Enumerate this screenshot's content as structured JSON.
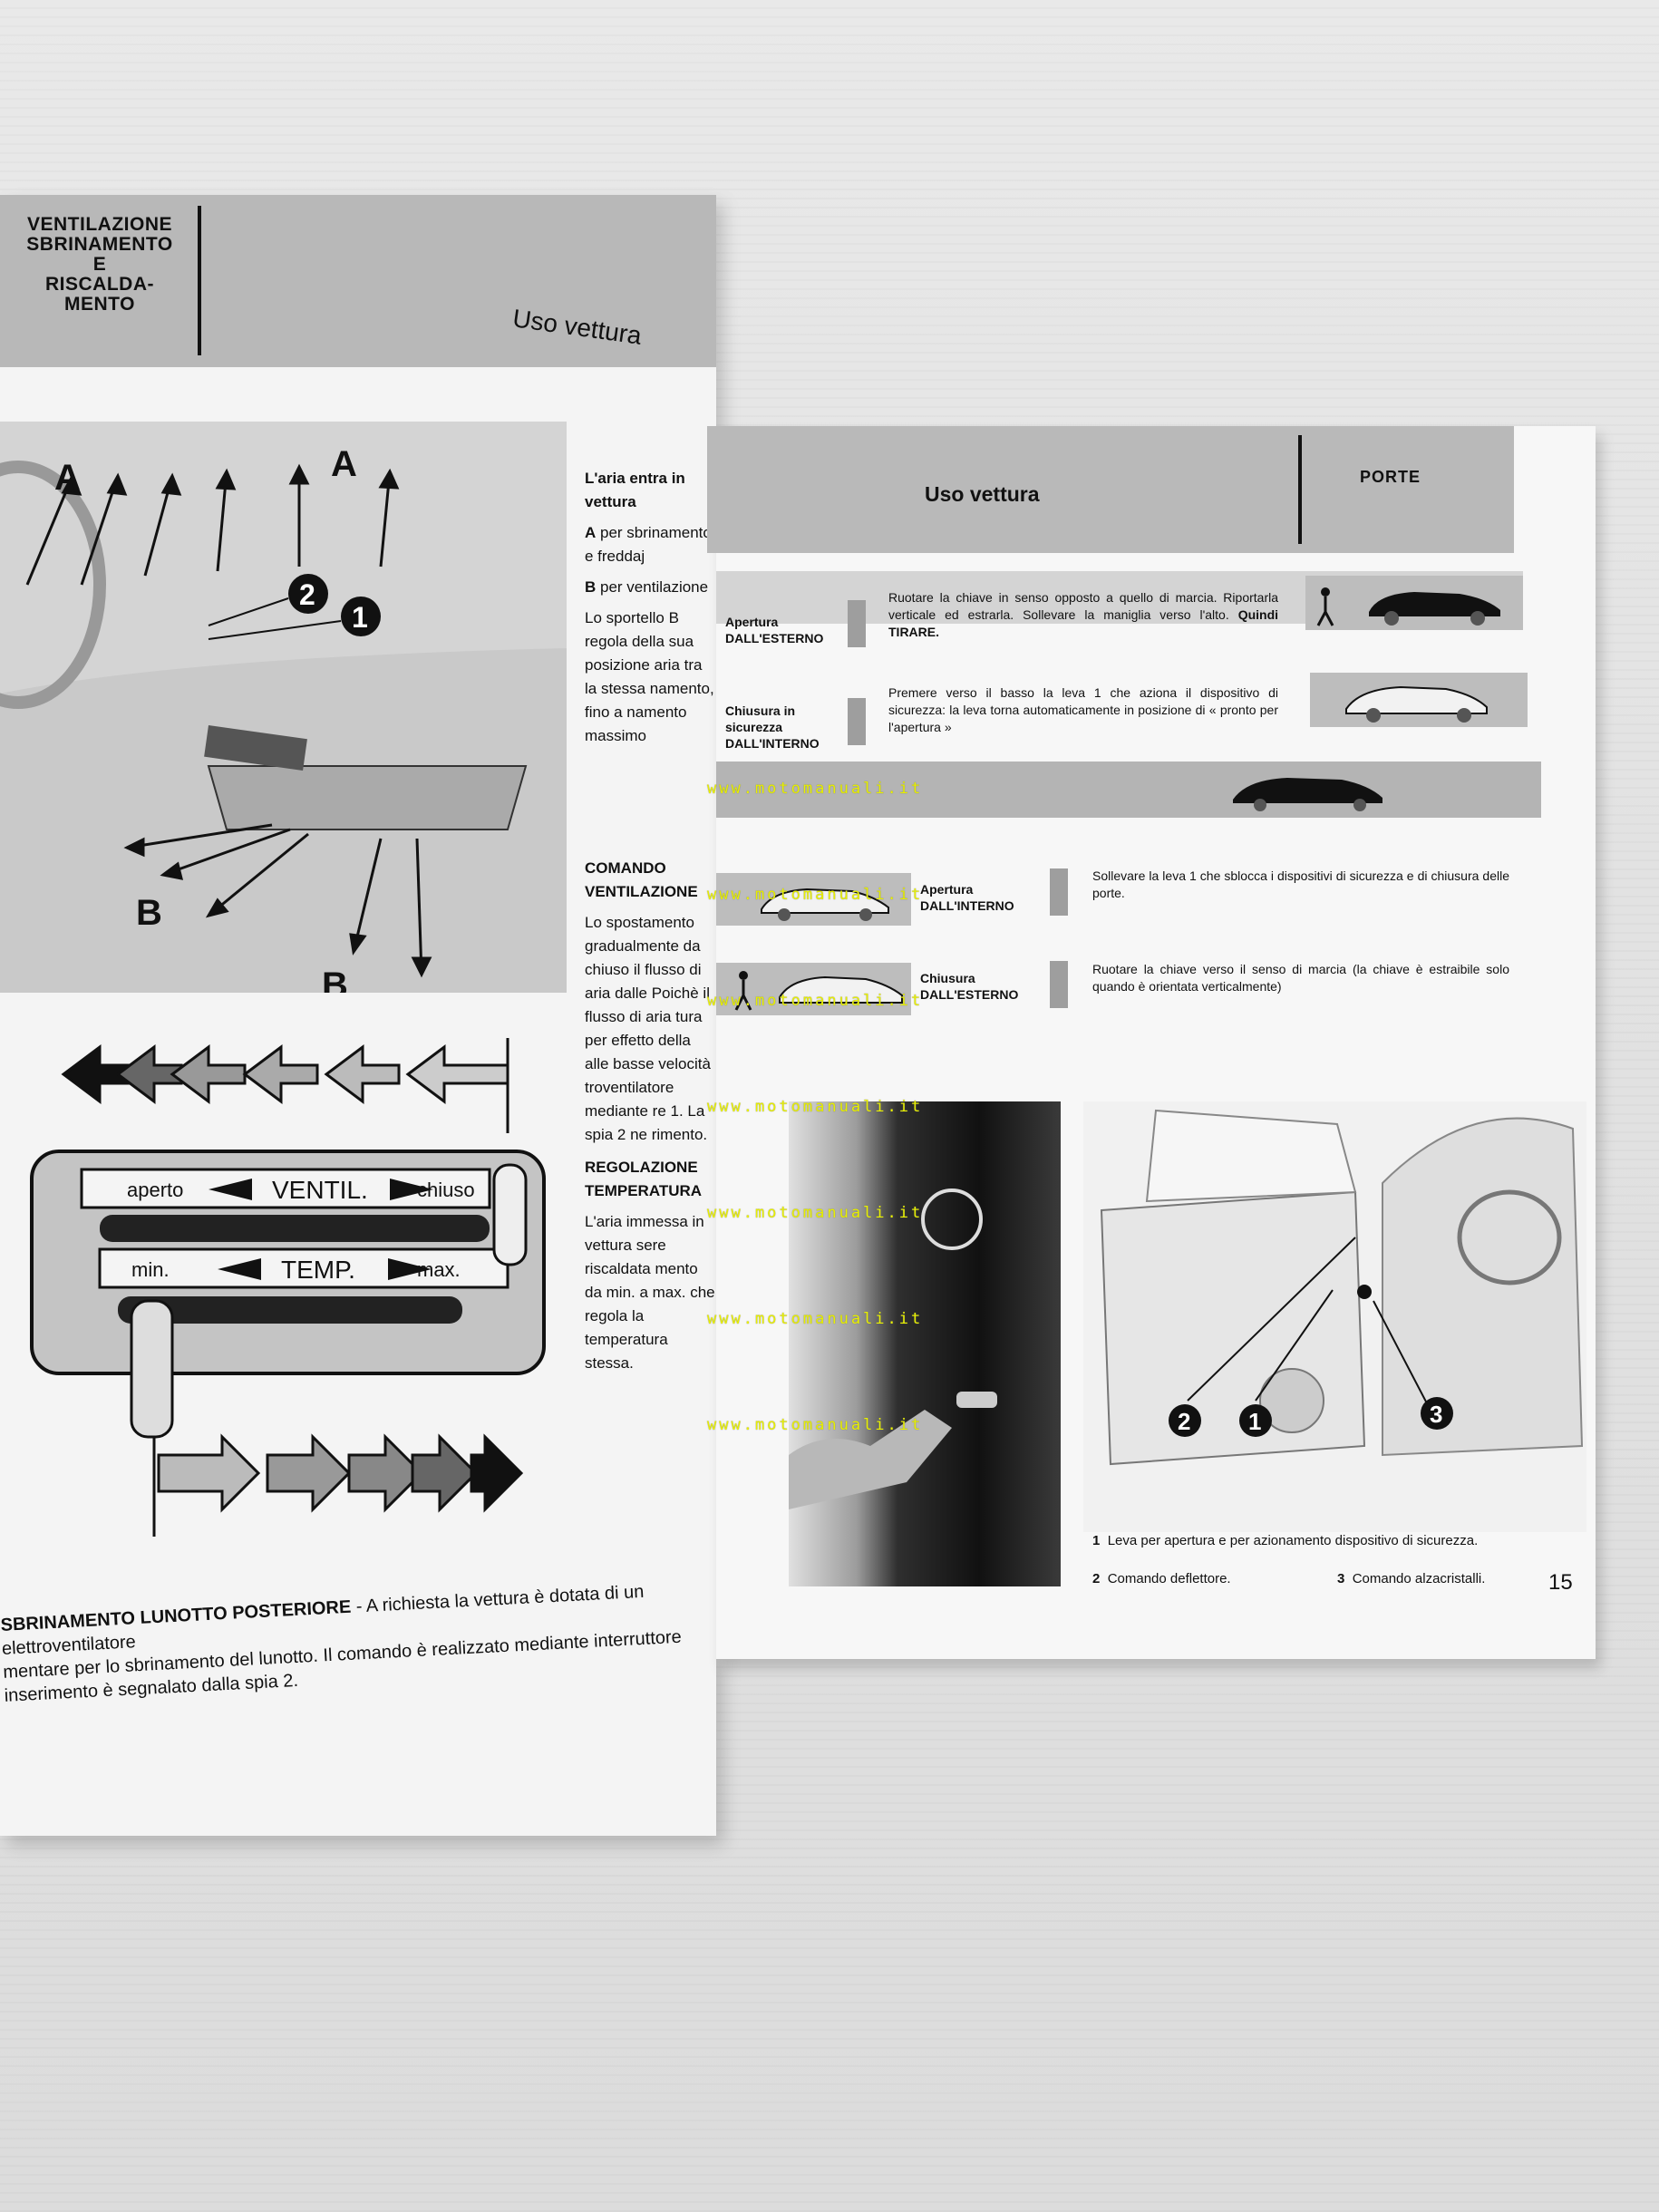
{
  "left_page": {
    "section_title": [
      "VENTILAZIONE",
      "SBRINAMENTO",
      "E",
      "RISCALDA-",
      "MENTO"
    ],
    "header_title": "Uso vettura",
    "illustration_labels": {
      "A1": "A",
      "A2": "A",
      "B1": "B",
      "B2": "B",
      "n2": "2",
      "n1": "1"
    },
    "text_column": {
      "intro": "L'aria entra in vettura",
      "a_label": "A",
      "a_text": "per sbrinamento e freddaj",
      "b_label": "B",
      "b_text": "per ventilazione",
      "para": "Lo sportello B regola della sua posizione aria tra la stessa namento, fino a namento massimo",
      "cmd_heading": "COMANDO VENTILAZIONE",
      "cmd_text": "Lo spostamento gradualmente da chiuso il flusso di aria dalle Poichè il flusso di aria tura per effetto della alle basse velocità troventilatore mediante re 1. La spia 2 ne rimento.",
      "temp_heading": "REGOLAZIONE TEMPERATURA",
      "temp_text": "L'aria immessa in vettura sere riscaldata mento da min. a max. che regola la temperatura stessa."
    },
    "panel": {
      "aperto": "aperto",
      "ventil": "VENTIL.",
      "chiuso": "chiuso",
      "min": "min.",
      "temp": "TEMP.",
      "max": "max."
    },
    "footer_heading": "SBRINAMENTO LUNOTTO POSTERIORE",
    "footer_line1": " - A richiesta la vettura è dotata di un elettroventilatore",
    "footer_line2": "mentare per lo sbrinamento del lunotto. Il comando è realizzato mediante interruttore",
    "footer_line3": "inserimento è segnalato dalla spia 2."
  },
  "right_page": {
    "header_title": "Uso vettura",
    "section_title": "PORTE",
    "rows": [
      {
        "label": [
          "Apertura",
          "DALL'ESTERNO"
        ],
        "text": "Ruotare la chiave in senso opposto a quello di marcia. Riportarla verticale ed estrarla. Sollevare la maniglia verso l'alto.",
        "bold_tail": "Quindi TIRARE."
      },
      {
        "label": [
          "Chiusura in",
          "sicurezza",
          "DALL'INTERNO"
        ],
        "text": "Premere verso il basso la leva 1 che aziona il dispositivo di sicurezza: la leva torna automaticamente in posizione di « pronto per l'apertura »",
        "bold_tail": ""
      },
      {
        "label": [
          "Apertura",
          "DALL'INTERNO"
        ],
        "text": "Sollevare la leva 1 che sblocca i dispositivi di sicurezza e di chiusura delle porte.",
        "bold_tail": ""
      },
      {
        "label": [
          "Chiusura",
          "DALL'ESTERNO"
        ],
        "text": "Ruotare la chiave verso il senso di marcia (la chiave è estraibile solo quando è orientata verticalmente)",
        "bold_tail": ""
      }
    ],
    "door_callouts": [
      "2",
      "1",
      "3"
    ],
    "captions": {
      "c1_num": "1",
      "c1_text": "Leva per apertura e per azionamento dispositivo di sicurezza.",
      "c2_num": "2",
      "c2_text": "Comando deflettore.",
      "c3_num": "3",
      "c3_text": "Comando alzacristalli."
    },
    "page_number": "15"
  },
  "watermark": "www.motomanuali.it",
  "colors": {
    "header_gray": "#b8b8b8",
    "watermark": "#e8f000",
    "ink": "#111111"
  }
}
